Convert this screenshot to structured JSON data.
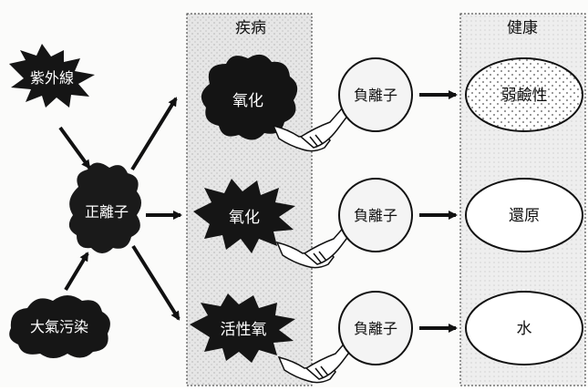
{
  "columns": {
    "disease": "疾病",
    "health": "健康"
  },
  "sources": {
    "uv": "紫外線",
    "positive_ion": "正離子",
    "air_pollution": "大氣污染"
  },
  "disease_items": [
    "氧化",
    "氧化",
    "活性氧"
  ],
  "negative_ion": [
    "負離子",
    "負離子",
    "負離子"
  ],
  "health_items": [
    "弱鹼性",
    "還原",
    "水"
  ]
}
